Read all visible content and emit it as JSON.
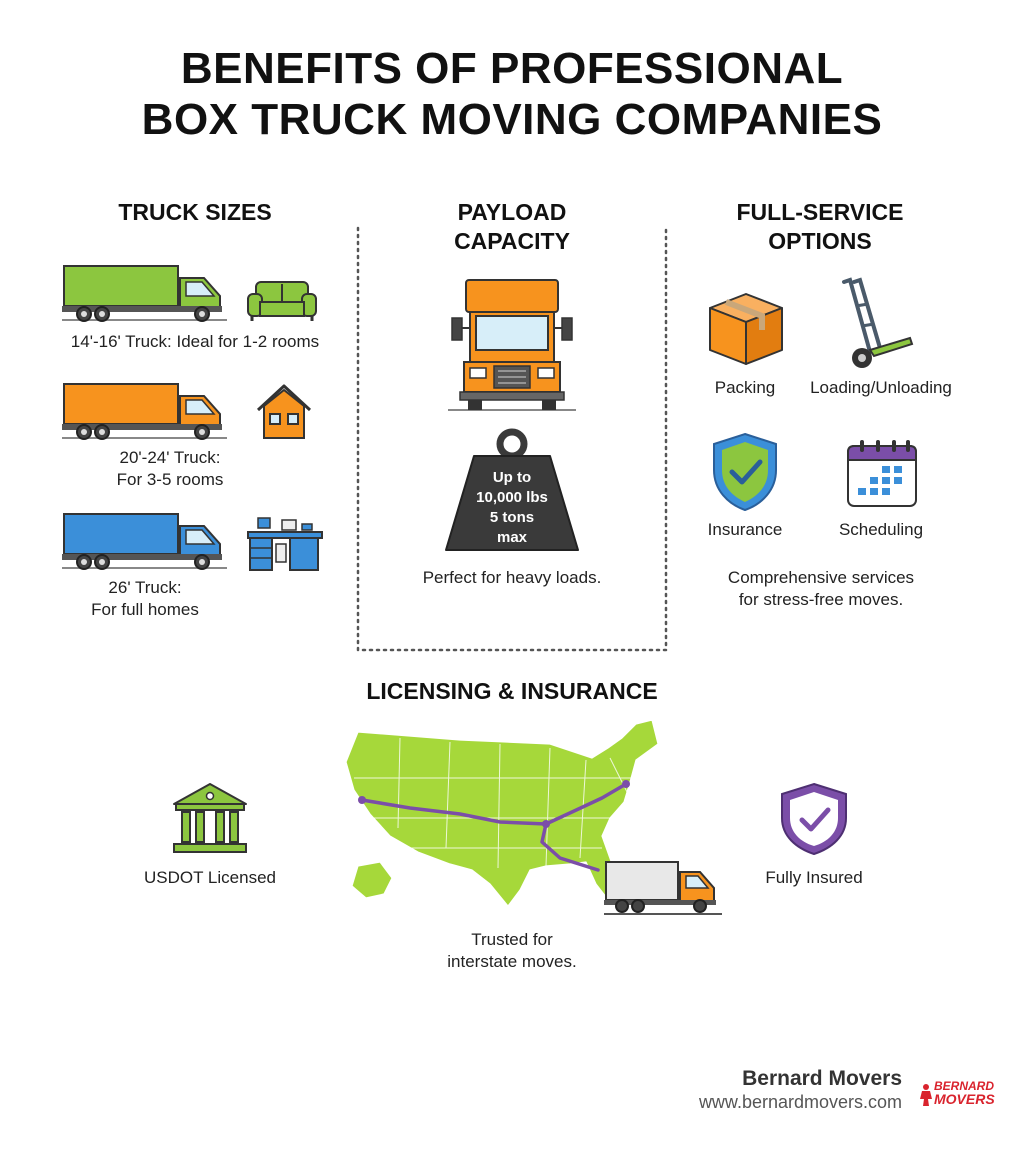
{
  "title": {
    "line1": "BENEFITS OF PROFESSIONAL",
    "line2": "BOX TRUCK MOVING COMPANIES"
  },
  "truck_sizes": {
    "heading": "TRUCK SIZES",
    "items": [
      {
        "label": "14'-16' Truck: Ideal for 1-2 rooms",
        "color": "#8cc63f",
        "icon": "sofa-icon"
      },
      {
        "label_line1": "20'-24' Truck:",
        "label_line2": "For 3-5 rooms",
        "color": "#f7931e",
        "icon": "house-icon"
      },
      {
        "label_line1": "26' Truck:",
        "label_line2": "For full homes",
        "color": "#3b8fd9",
        "icon": "office-desk-icon"
      }
    ]
  },
  "payload": {
    "heading_line1": "PAYLOAD",
    "heading_line2": "CAPACITY",
    "weight_line1": "Up to",
    "weight_line2": "10,000 lbs",
    "weight_line3": "5 tons",
    "weight_line4": "max",
    "caption": "Perfect for heavy loads.",
    "truck_color": "#f7931e"
  },
  "full_service": {
    "heading_line1": "FULL-SERVICE",
    "heading_line2": "OPTIONS",
    "items": [
      {
        "label": "Packing",
        "icon": "box-icon"
      },
      {
        "label": "Loading/Unloading",
        "icon": "hand-truck-icon"
      },
      {
        "label": "Insurance",
        "icon": "shield-check-icon"
      },
      {
        "label": "Scheduling",
        "icon": "calendar-icon"
      }
    ],
    "caption_line1": "Comprehensive services",
    "caption_line2": "for stress-free moves."
  },
  "licensing": {
    "heading": "LICENSING & INSURANCE",
    "left_label": "USDOT Licensed",
    "right_label": "Fully Insured",
    "caption_line1": "Trusted for",
    "caption_line2": "interstate moves.",
    "map_color": "#a6d83a",
    "route_color": "#7b4ea8"
  },
  "footer": {
    "company": "Bernard Movers",
    "url": "www.bernardmovers.com",
    "logo_line1": "BERNARD",
    "logo_line2": "MOVERS",
    "logo_color": "#d9232d"
  }
}
